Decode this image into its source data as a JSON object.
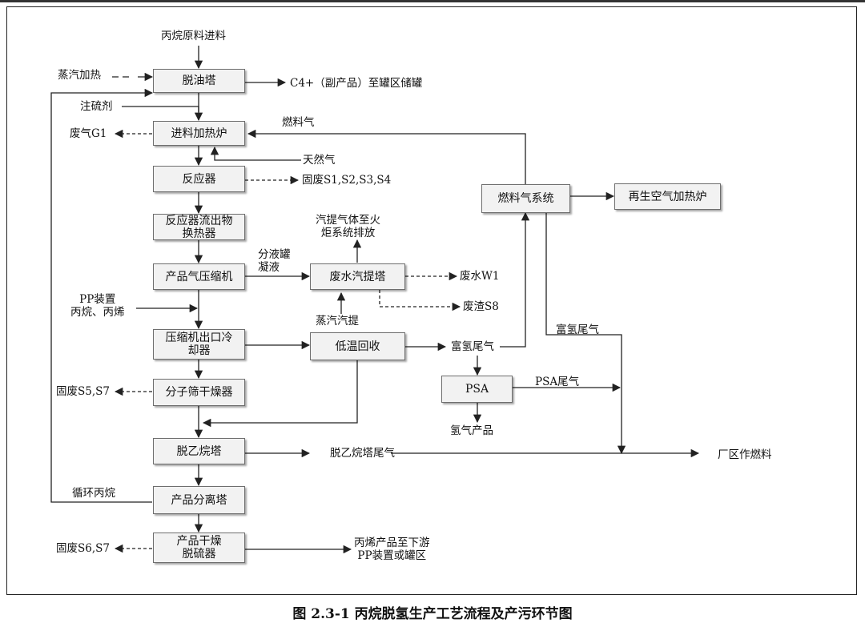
{
  "boxes": {
    "deoil": "脱油塔",
    "feed_heater": "进料加热炉",
    "reactor": "反应器",
    "reactor_hx": "反应器流出物\n换热器",
    "compressor": "产品气压缩机",
    "compressor_cooler": "压缩机出口冷\n却器",
    "mol_sieve": "分子筛干燥器",
    "deethanizer": "脱乙烷塔",
    "separator": "产品分离塔",
    "dryer": "产品干燥\n脱硫器",
    "stripper": "废水汽提塔",
    "low_temp": "低温回收",
    "psa": "PSA",
    "fuel_gas": "燃料气系统",
    "regen_heater": "再生空气加热炉"
  },
  "labels": {
    "feed": "丙烷原料进料",
    "steam_heat": "蒸汽加热",
    "c4": "C4+（副产品）至罐区储罐",
    "sulfur": "注硫剂",
    "g1": "废气G1",
    "fuel": "燃料气",
    "natural_gas": "天然气",
    "s1_4": "固废S1,S2,S3,S4",
    "flare": "汽提气体至火\n炬系统排放",
    "knockout": "分液罐\n凝液",
    "w1": "废水W1",
    "s8": "废渣S8",
    "pp_unit": "PP装置\n丙烷、丙烯",
    "steam_strip": "蒸汽汽提",
    "h2_tail": "富氢尾气",
    "h2_tail2": "富氢尾气",
    "psa_tail": "PSA尾气",
    "h2_product": "氢气产品",
    "s5_7": "固废S5,S7",
    "deeth_tail": "脱乙烷塔尾气",
    "plant_fuel": "厂区作燃料",
    "recycle": "循环丙烷",
    "s6_7": "固废S6,S7",
    "propylene_out": "丙烯产品至下游\nPP装置或罐区"
  },
  "caption": "图 2.3-1   丙烷脱氢生产工艺流程及产污环节图"
}
